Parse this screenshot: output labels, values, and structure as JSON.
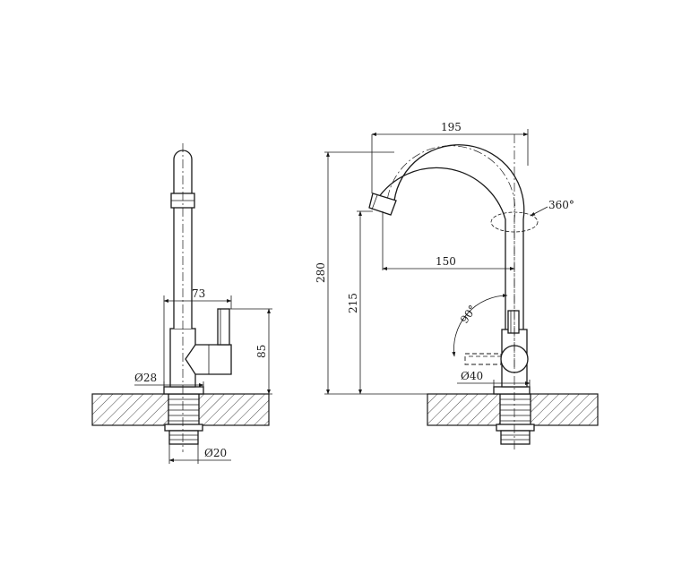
{
  "dimensions": {
    "side_width": "73",
    "side_height": "85",
    "side_base_dia": "Ø28",
    "side_thread_dia": "Ø20",
    "front_width": "195",
    "front_total_height": "280",
    "front_spout_height": "215",
    "front_reach": "150",
    "front_swivel": "360°",
    "front_lever_angle": "90°",
    "front_base_dia": "Ø40"
  },
  "colors": {
    "line": "#1a1a1a",
    "background": "#ffffff"
  }
}
